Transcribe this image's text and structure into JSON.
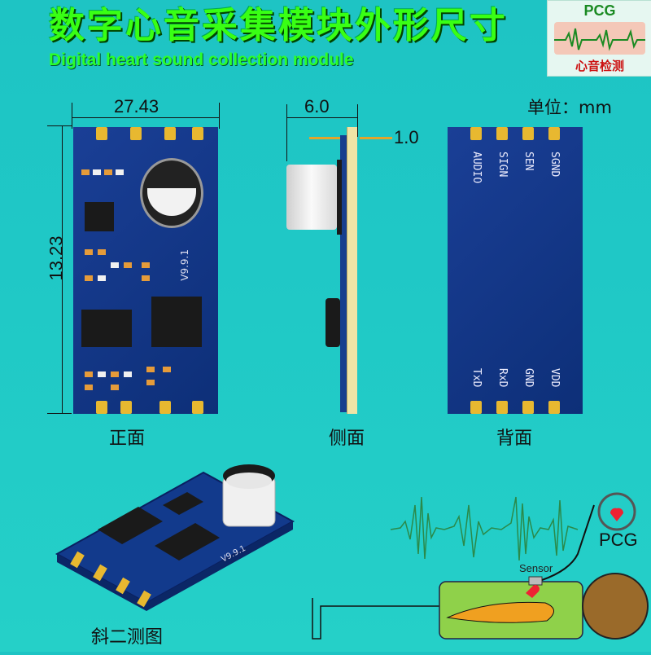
{
  "title": {
    "cn": "数字心音采集模块外形尺寸",
    "en": "Digital heart sound collection module"
  },
  "logo": {
    "top": "PCG",
    "bottom": "心音检测"
  },
  "unit": "单位：mm",
  "dimensions": {
    "width": "27.43",
    "height": "13.23",
    "side_width": "6.0",
    "board_thickness": "1.0"
  },
  "front": {
    "version": "V9.9.1",
    "caption": "正面"
  },
  "side": {
    "caption": "侧面"
  },
  "back": {
    "caption": "背面",
    "pins_top": [
      "AUDIO",
      "SIGN",
      "SEN",
      "SGND"
    ],
    "pins_bottom": [
      "TxD",
      "RxD",
      "GND",
      "VDD"
    ]
  },
  "oblique": {
    "caption": "斜二测图"
  },
  "diagram": {
    "sensor_label": "Sensor",
    "pcg_label": "PCG"
  },
  "colors": {
    "pcb": "#123a8c",
    "pad": "#e8b830",
    "title_green": "#39ff14",
    "background": "#1ec4c4"
  }
}
